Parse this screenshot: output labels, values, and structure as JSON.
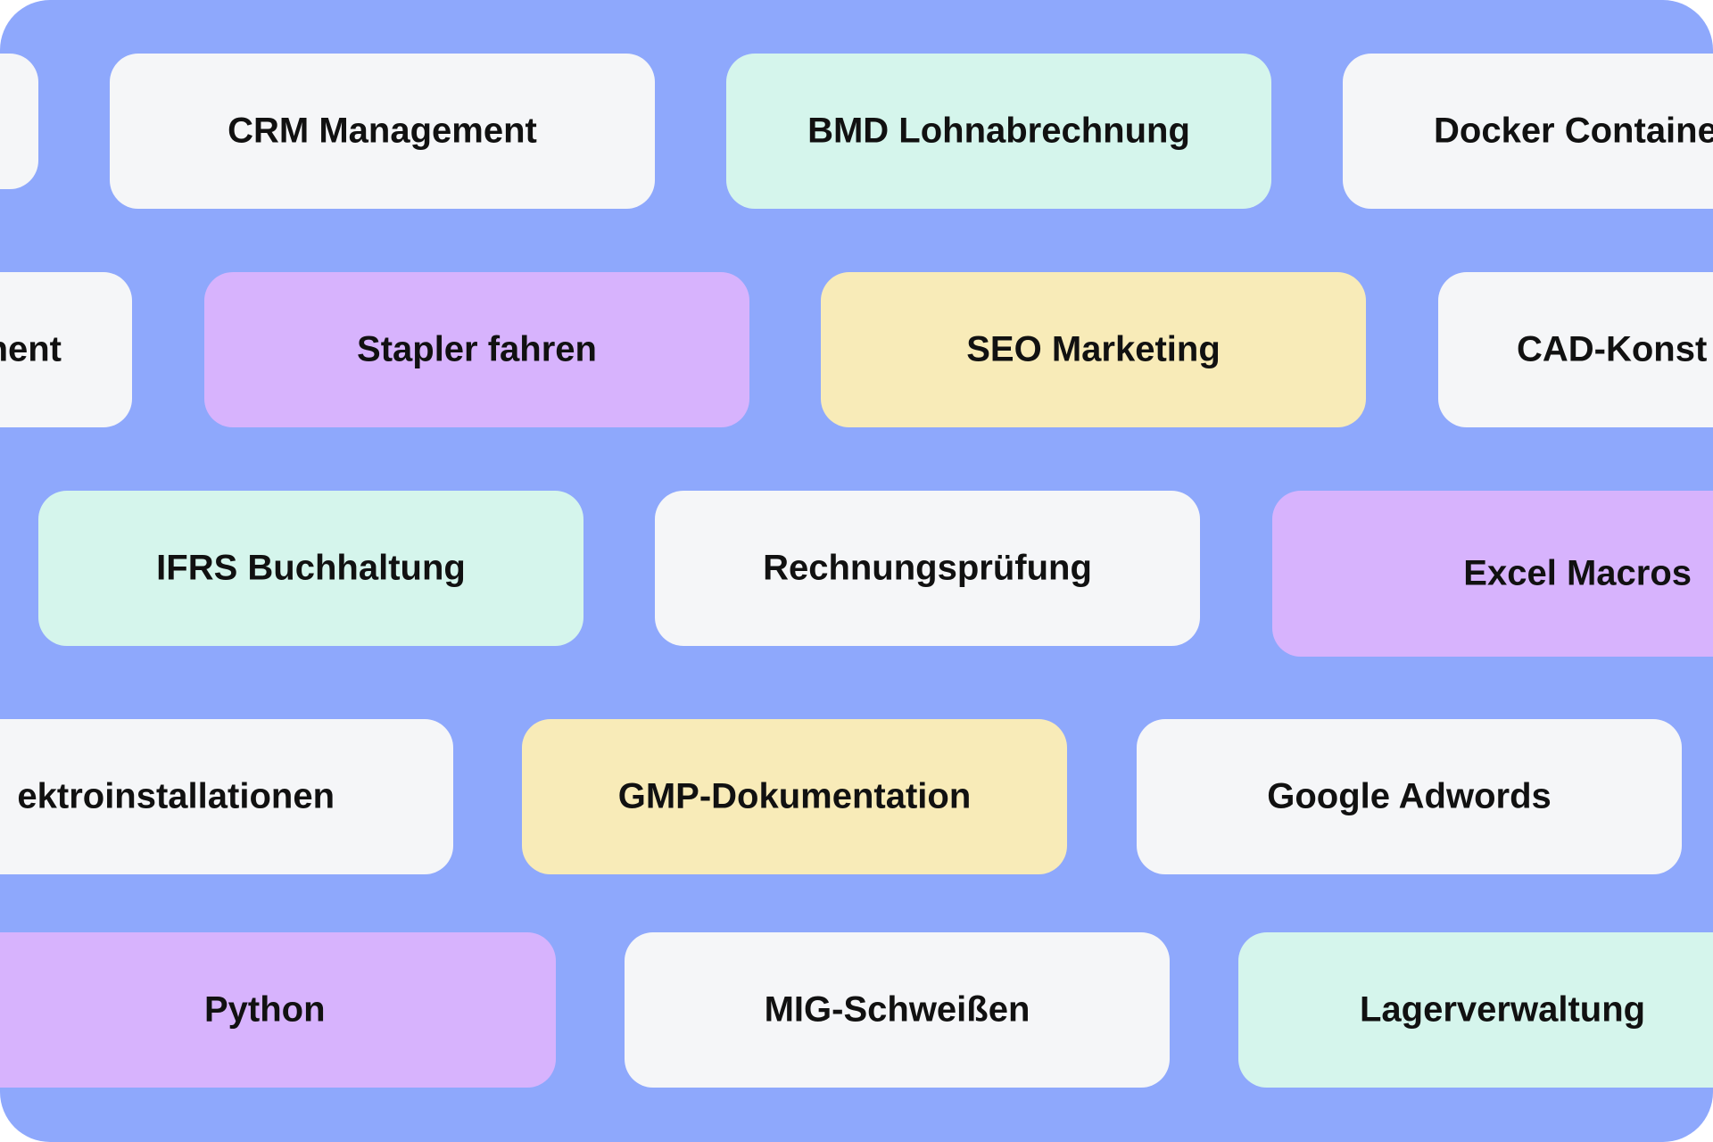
{
  "background_color": "#8ea8fc",
  "chip_colors": {
    "white": "#f5f6f8",
    "mint": "#d5f5ec",
    "lavender": "#d7b3fd",
    "butter": "#f8ebb8"
  },
  "rows": [
    {
      "chips": [
        {
          "label": "",
          "color": "white"
        },
        {
          "label": "CRM Management",
          "color": "white"
        },
        {
          "label": "BMD Lohnabrechnung",
          "color": "mint"
        },
        {
          "label": "Docker Containe",
          "color": "white"
        }
      ]
    },
    {
      "chips": [
        {
          "label": "nent",
          "color": "white"
        },
        {
          "label": "Stapler fahren",
          "color": "lavender"
        },
        {
          "label": "SEO Marketing",
          "color": "butter"
        },
        {
          "label": "CAD-Konst",
          "color": "white"
        }
      ]
    },
    {
      "chips": [
        {
          "label": "IFRS Buchhaltung",
          "color": "mint"
        },
        {
          "label": "Rechnungsprüfung",
          "color": "white"
        },
        {
          "label": "Excel Macros",
          "color": "lavender"
        }
      ]
    },
    {
      "chips": [
        {
          "label": "ektroinstallationen",
          "color": "white"
        },
        {
          "label": "GMP-Dokumentation",
          "color": "butter"
        },
        {
          "label": "Google Adwords",
          "color": "white"
        }
      ]
    },
    {
      "chips": [
        {
          "label": "Python",
          "color": "lavender"
        },
        {
          "label": "MIG-Schweißen",
          "color": "white"
        },
        {
          "label": "Lagerverwaltung",
          "color": "mint"
        }
      ]
    }
  ]
}
